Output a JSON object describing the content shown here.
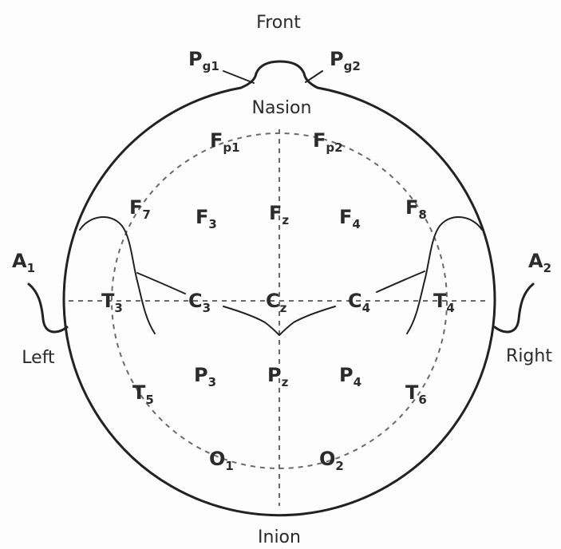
{
  "orientation": {
    "front": "Front",
    "nasion": "Nasion",
    "left": "Left",
    "right": "Right",
    "inion": "Inion"
  },
  "electrodes": {
    "pg1": {
      "base": "P",
      "sub": "g1"
    },
    "pg2": {
      "base": "P",
      "sub": "g2"
    },
    "fp1": {
      "base": "F",
      "sub": "p1"
    },
    "fp2": {
      "base": "F",
      "sub": "p2"
    },
    "f7": {
      "base": "F",
      "sub": "7"
    },
    "f3": {
      "base": "F",
      "sub": "3"
    },
    "fz": {
      "base": "F",
      "sub": "z"
    },
    "f4": {
      "base": "F",
      "sub": "4"
    },
    "f8": {
      "base": "F",
      "sub": "8"
    },
    "a1": {
      "base": "A",
      "sub": "1"
    },
    "a2": {
      "base": "A",
      "sub": "2"
    },
    "t3": {
      "base": "T",
      "sub": "3"
    },
    "c3": {
      "base": "C",
      "sub": "3"
    },
    "cz": {
      "base": "C",
      "sub": "z"
    },
    "c4": {
      "base": "C",
      "sub": "4"
    },
    "t4": {
      "base": "T",
      "sub": "4"
    },
    "t5": {
      "base": "T",
      "sub": "5"
    },
    "p3": {
      "base": "P",
      "sub": "3"
    },
    "pz": {
      "base": "P",
      "sub": "z"
    },
    "p4": {
      "base": "P",
      "sub": "4"
    },
    "t6": {
      "base": "T",
      "sub": "6"
    },
    "o1": {
      "base": "O",
      "sub": "1"
    },
    "o2": {
      "base": "O",
      "sub": "2"
    }
  }
}
